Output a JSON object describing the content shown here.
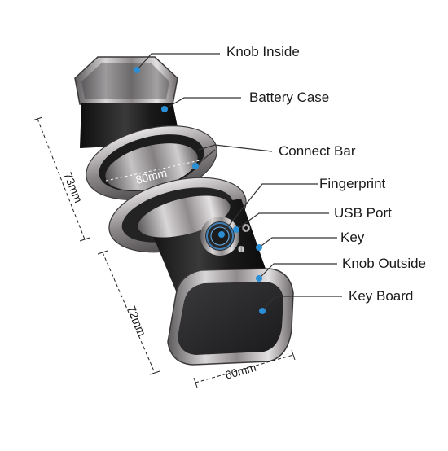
{
  "labels": {
    "knob_inside": "Knob Inside",
    "battery_case": "Battery Case",
    "connect_bar": "Connect Bar",
    "fingerprint": "Fingerprint",
    "usb_port": "USB Port",
    "key": "Key",
    "knob_outside": "Knob Outside",
    "key_board": "Key Board"
  },
  "dimensions": {
    "height_top": "73mm",
    "height_bottom": "72mm",
    "width": "60mm",
    "diameter": "80mm"
  },
  "colors": {
    "pointer_dot": "#2b8fd6",
    "leader_line": "#333333",
    "body": "#1e1e1e",
    "chrome": "#8a8688"
  }
}
